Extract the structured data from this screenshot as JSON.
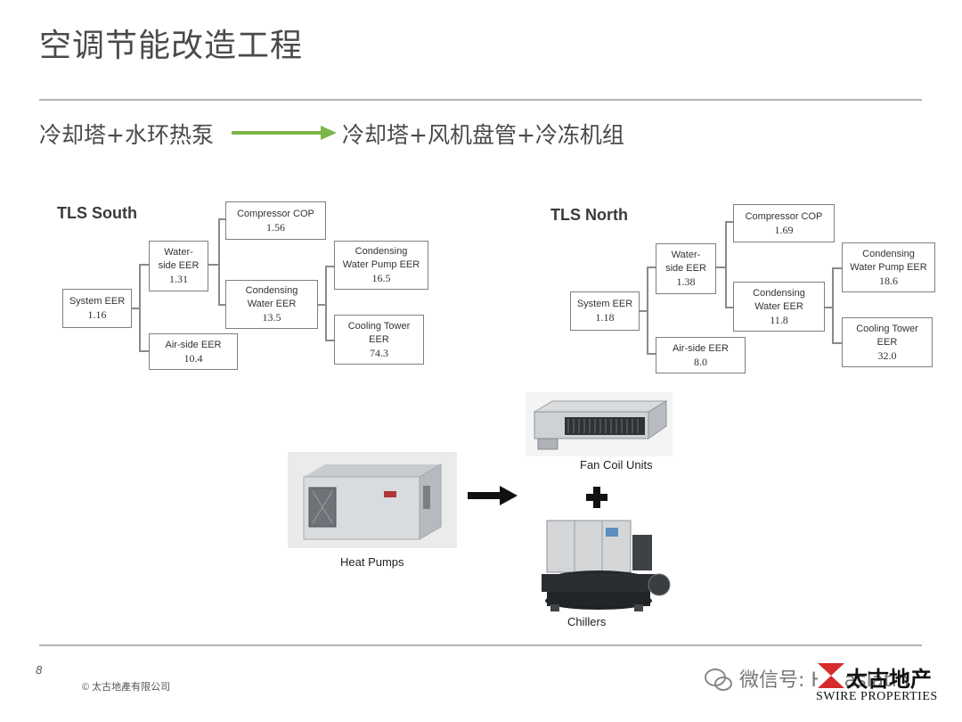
{
  "slide": {
    "title": "空调节能改造工程",
    "from_system": "冷却塔+水环热泵",
    "to_system": "冷却塔+风机盘管+冷冻机组",
    "page_number": "8",
    "copyright": "© 太古地產有限公司",
    "watermark": "微信号: Hk-aslatin",
    "logo_cn": "太古地产",
    "logo_en": "SWIRE PROPERTIES",
    "arrow_color": "#7ab648"
  },
  "south": {
    "name": "TLS South",
    "system": {
      "label": "System EER",
      "value": "1.16"
    },
    "water": {
      "label": "Water-\nside EER",
      "value": "1.31"
    },
    "air": {
      "label": "Air-side EER",
      "value": "10.4"
    },
    "compressor": {
      "label": "Compressor COP",
      "value": "1.56"
    },
    "condwater": {
      "label": "Condensing\nWater EER",
      "value": "13.5"
    },
    "pump": {
      "label": "Condensing\nWater Pump EER",
      "value": "16.5"
    },
    "tower": {
      "label": "Cooling Tower\nEER",
      "value": "74.3"
    }
  },
  "north": {
    "name": "TLS North",
    "system": {
      "label": "System EER",
      "value": "1.18"
    },
    "water": {
      "label": "Water-\nside EER",
      "value": "1.38"
    },
    "air": {
      "label": "Air-side EER",
      "value": "8.0"
    },
    "compressor": {
      "label": "Compressor COP",
      "value": "1.69"
    },
    "condwater": {
      "label": "Condensing\nWater EER",
      "value": "11.8"
    },
    "pump": {
      "label": "Condensing\nWater Pump EER",
      "value": "18.6"
    },
    "tower": {
      "label": "Cooling Tower\nEER",
      "value": "32.0"
    }
  },
  "equipment": {
    "heat_pumps": "Heat Pumps",
    "fan_coil_units": "Fan Coil Units",
    "chillers": "Chillers",
    "plus": "+"
  }
}
